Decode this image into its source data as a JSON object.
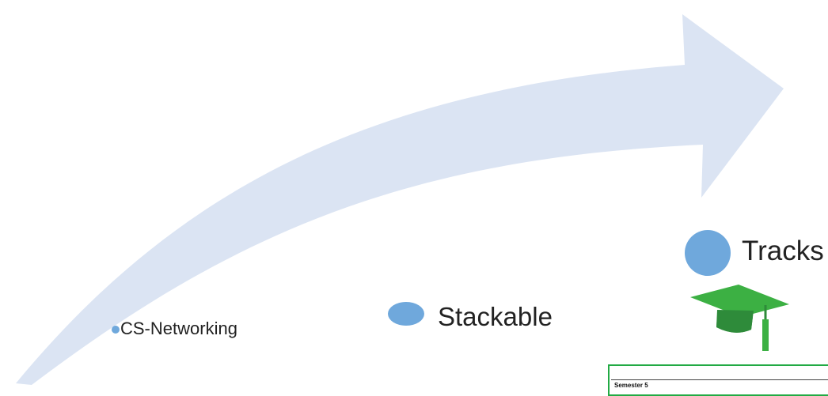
{
  "diagram": {
    "arrow_color": "#dbe4f3",
    "bullet_color": "#6fa8dc",
    "stages": [
      {
        "label": "CS-Networking",
        "bullet": "small"
      },
      {
        "label": "Stackable",
        "bullet": "medium"
      },
      {
        "label": "Tracks",
        "bullet": "large"
      }
    ],
    "graduation_cap": {
      "icon": "graduation-cap-icon",
      "color": "#3cb043",
      "tassel_color": "#2e8b3a"
    },
    "document_preview": {
      "heading": "Semester 5",
      "border_color": "#22aa44"
    }
  }
}
